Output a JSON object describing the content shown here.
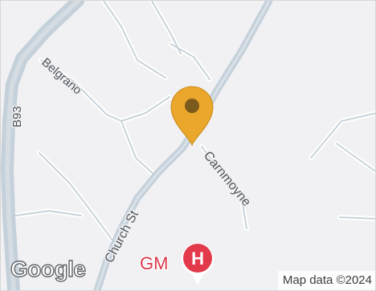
{
  "map": {
    "labels": {
      "belgrano": "Belgrano",
      "carnmoyne": "Carnmoyne",
      "church_st": "Church St",
      "b93": "B93"
    },
    "poi": {
      "name": "GM",
      "icon": "hospital-icon",
      "icon_letter": "H",
      "color": "#e23a4b"
    },
    "pin": {
      "icon": "map-pin-icon",
      "color": "#eaa72b"
    },
    "logo": "Google",
    "attribution": "Map data ©2024"
  }
}
